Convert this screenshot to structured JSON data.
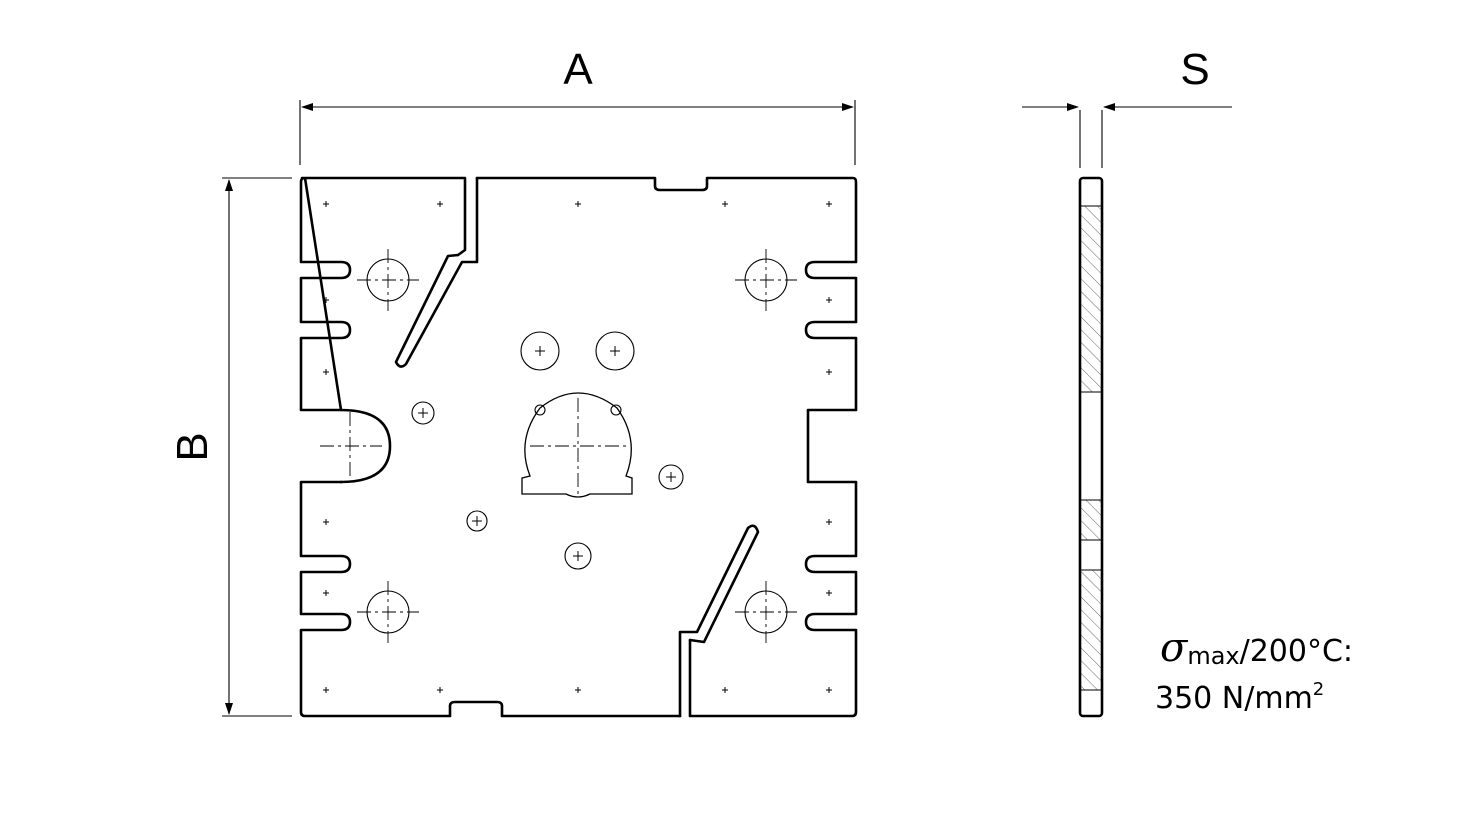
{
  "dimensions": {
    "width_label": "A",
    "height_label": "B",
    "thickness_label": "S"
  },
  "spec": {
    "symbol": "σ",
    "subscript": "max",
    "condition": "/200°C:",
    "value": "350 N/mm",
    "exponent": "2"
  }
}
